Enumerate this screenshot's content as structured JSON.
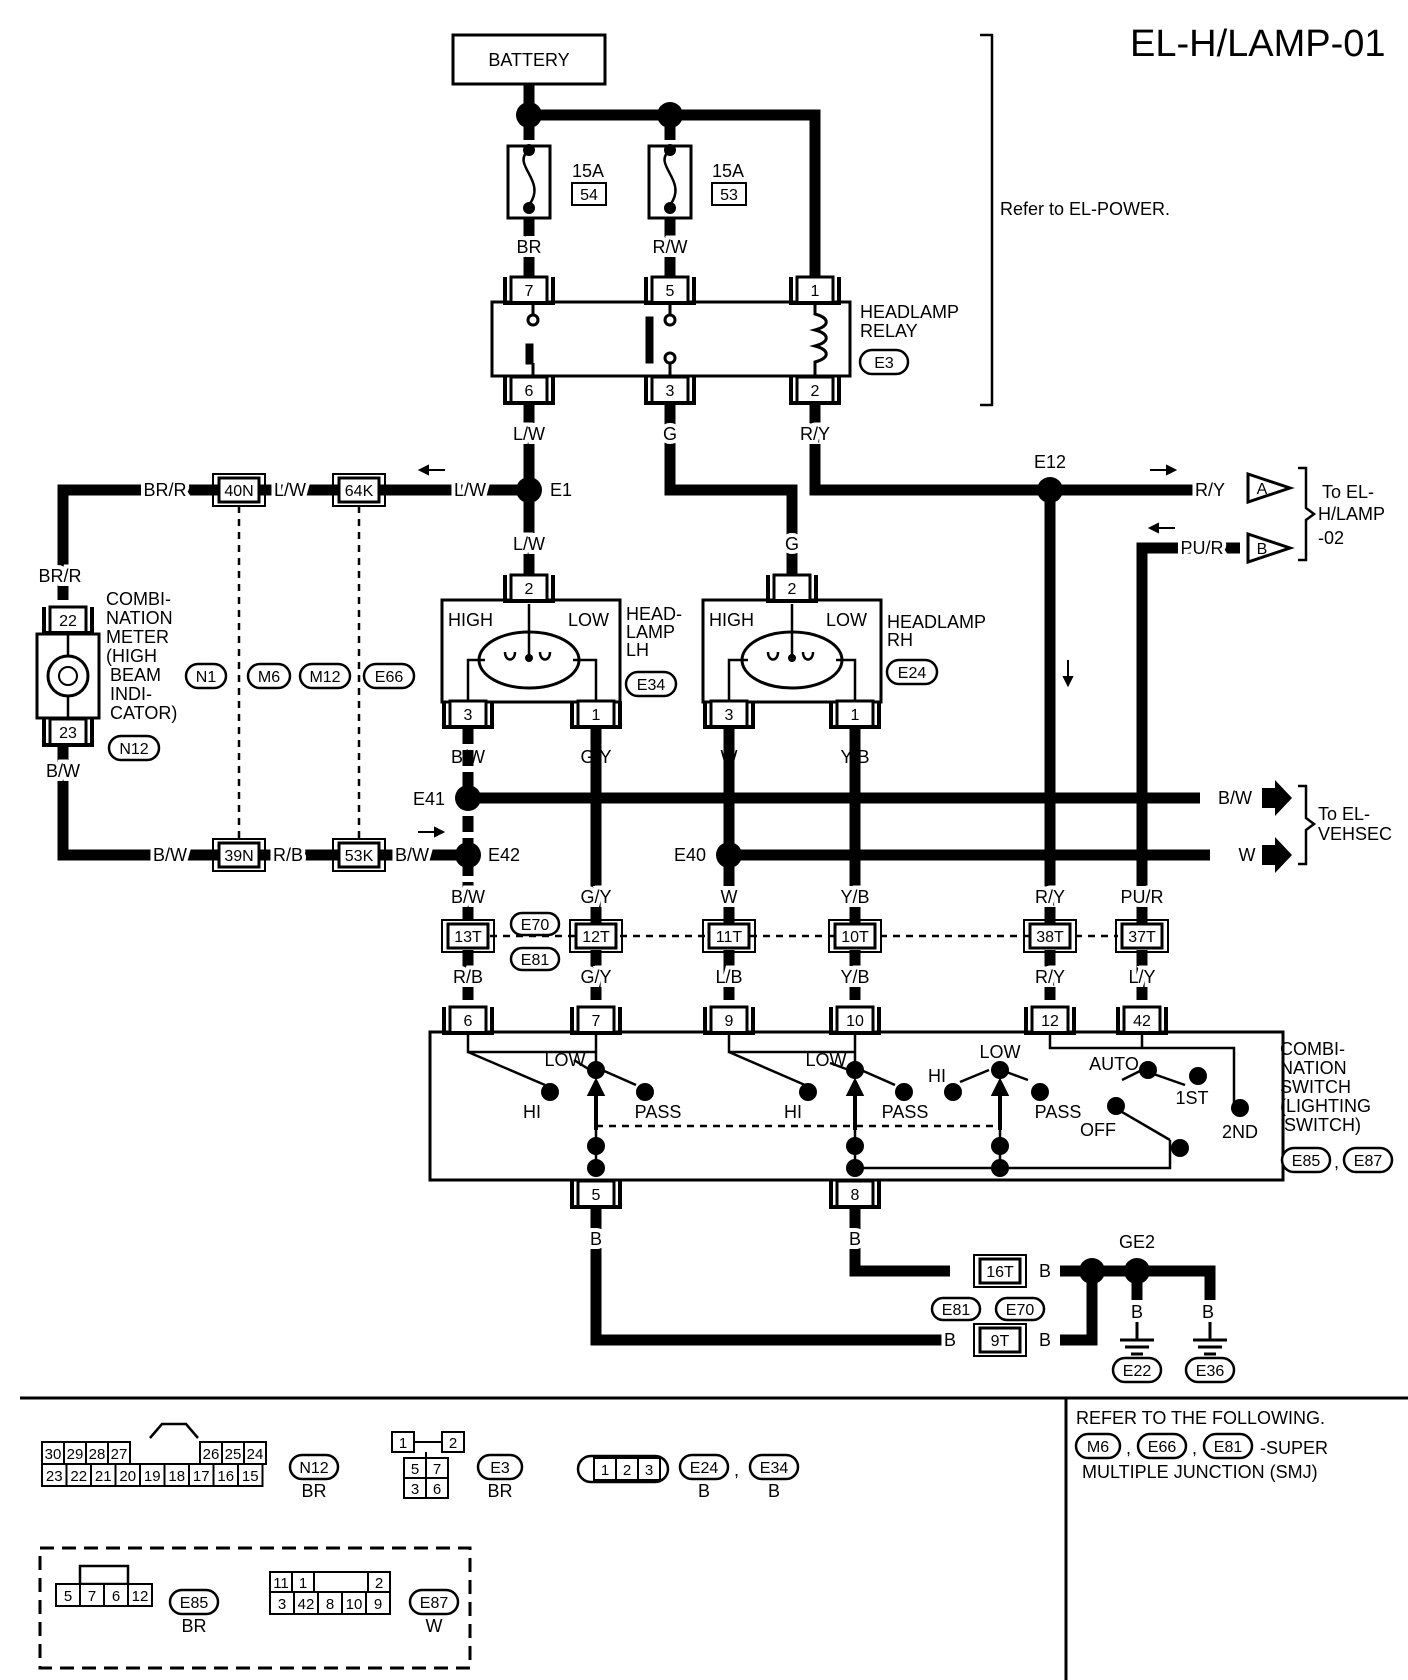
{
  "title": "EL-H/LAMP-01",
  "battery": "BATTERY",
  "refer_power": "Refer to EL-POWER.",
  "fuses": [
    {
      "amps": "15A",
      "num": "54"
    },
    {
      "amps": "15A",
      "num": "53"
    }
  ],
  "relay": {
    "name_line1": "HEADLAMP",
    "name_line2": "RELAY",
    "conn": "E3",
    "pins": [
      "7",
      "5",
      "1",
      "6",
      "3",
      "2"
    ]
  },
  "wires": {
    "br": "BR",
    "rw": "R/W",
    "lw": "L/W",
    "g": "G",
    "ry": "R/Y",
    "brr": "BR/R",
    "bw": "B/W",
    "rb": "R/B",
    "gy": "G/Y",
    "w": "W",
    "yb": "Y/B",
    "pur": "PU/R",
    "lb": "L/B",
    "ly": "L/Y",
    "b": "B"
  },
  "connectors_small": {
    "c40n": "40N",
    "c64k": "64K",
    "c39n": "39N",
    "c53k": "53K",
    "c13t": "13T",
    "c12t": "12T",
    "c11t": "11T",
    "c10t": "10T",
    "c38t": "38T",
    "c37t": "37T",
    "c16t": "16T",
    "c9t": "9T"
  },
  "junctions": {
    "e1": "E1",
    "e12": "E12",
    "e41": "E41",
    "e42": "E42",
    "e40": "E40",
    "ge2": "GE2"
  },
  "headlamp_lh": {
    "name_line1": "HEAD-",
    "name_line2": "LAMP",
    "name_line3": "LH",
    "conn": "E34",
    "high": "HIGH",
    "low": "LOW",
    "pins": [
      "2",
      "3",
      "1"
    ]
  },
  "headlamp_rh": {
    "name_line1": "HEADLAMP",
    "name_line2": "RH",
    "conn": "E24",
    "high": "HIGH",
    "low": "LOW",
    "pins": [
      "2",
      "3",
      "1"
    ]
  },
  "meter": {
    "lines": [
      "COMBI-",
      "NATION",
      "METER",
      "(HIGH",
      "BEAM",
      "INDI-",
      "CATOR)"
    ],
    "conn": "N12",
    "pins": [
      "22",
      "23"
    ]
  },
  "meter_refs": [
    "N1",
    "M6",
    "M12",
    "E66"
  ],
  "to_lamp02": {
    "a": "A",
    "b": "B",
    "line1": "To EL-",
    "line2": "H/LAMP",
    "line3": "-02"
  },
  "to_vehsec": {
    "line1": "To EL-",
    "line2": "VEHSEC"
  },
  "e70_e81": [
    "E70",
    "E81"
  ],
  "switch": {
    "lines": [
      "COMBI-",
      "NATION",
      "SWITCH",
      "(LIGHTING",
      "SWITCH)"
    ],
    "conns": [
      "E85",
      "E87"
    ],
    "pins": [
      "6",
      "7",
      "9",
      "10",
      "12",
      "42",
      "5",
      "8"
    ],
    "low": "LOW",
    "hi": "HI",
    "pass": "PASS",
    "auto": "AUTO",
    "off": "OFF",
    "first": "1ST",
    "second": "2ND"
  },
  "grounds": [
    "E22",
    "E36"
  ],
  "ground_refs": [
    "E81",
    "E70"
  ],
  "legend": {
    "n12_top": [
      "30",
      "29",
      "28",
      "27",
      "26",
      "25",
      "24"
    ],
    "n12_bot": [
      "23",
      "22",
      "21",
      "20",
      "19",
      "18",
      "17",
      "16",
      "15"
    ],
    "n12": "N12",
    "n12_color": "BR",
    "e3_pins": [
      "1",
      "2",
      "5",
      "7",
      "3",
      "6"
    ],
    "e3": "E3",
    "e3_color": "BR",
    "e24_pins": [
      "1",
      "2",
      "3"
    ],
    "e24": "E24",
    "e34": "E34",
    "e24_color": "B",
    "e34_color": "B",
    "e85_pins": [
      "5",
      "7",
      "6",
      "12"
    ],
    "e85": "E85",
    "e85_color": "BR",
    "e87_top": [
      "11",
      "1",
      "2"
    ],
    "e87_bot": [
      "3",
      "42",
      "8",
      "10",
      "9"
    ],
    "e87": "E87",
    "e87_color": "W",
    "refer_line1": "REFER TO THE FOLLOWING.",
    "refer_refs": [
      "M6",
      "E66",
      "E81"
    ],
    "refer_tail": "-SUPER",
    "refer_line2": "MULTIPLE JUNCTION (SMJ)"
  }
}
